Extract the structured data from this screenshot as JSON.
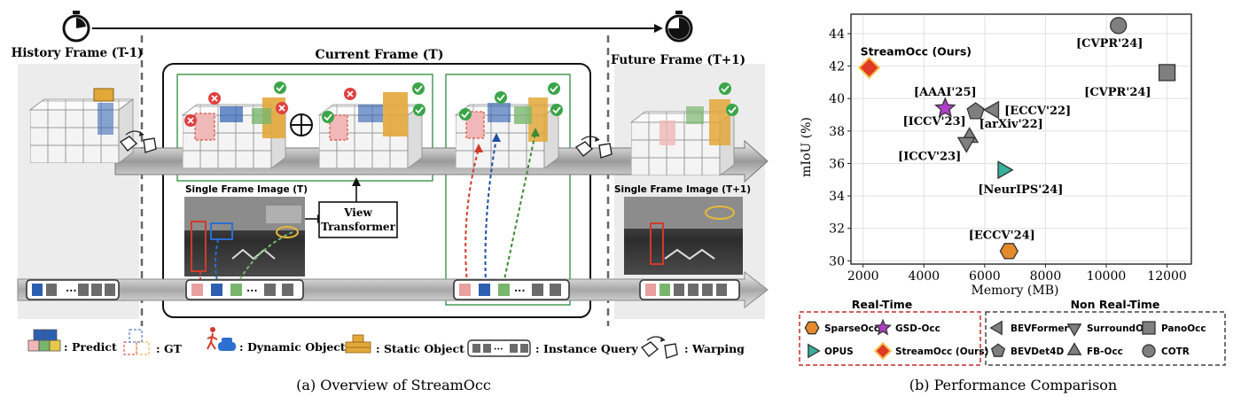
{
  "overview": {
    "history_title": "History Frame (T-1)",
    "current_title": "Current Frame (T)",
    "future_title": "Future Frame (T+1)",
    "single_frame_t": "Single Frame Image (T)",
    "single_frame_t1": "Single Frame Image (T+1)",
    "view_transformer_line1": "View",
    "view_transformer_line2": "Transformer",
    "caption": "(a) Overview of StreamOcc"
  },
  "legend": {
    "predict": ": Predict",
    "gt": ": GT",
    "dynamic": ": Dynamic Object",
    "static": ": Static Object",
    "query": ": Instance Query",
    "warping": ": Warping"
  },
  "colors": {
    "green_frame": "#2e8b3d",
    "red_dash": "#d23a2a",
    "blue_dash": "#1f4fa0",
    "green_dash": "#3f8a33",
    "query_blue": "#2c5fb0",
    "query_red": "#e8a0a0",
    "query_green": "#79b66d",
    "query_gray": "#6b6b6b",
    "static_yellow": "#e3a83a",
    "streamocc": "#e03a24",
    "gsd": "#b13ec8",
    "opus": "#36b09b",
    "sparse": "#e58a2a",
    "gray_marker": "#7f7f7f"
  },
  "chart_data": {
    "type": "scatter",
    "xlabel": "Memory (MB)",
    "ylabel": "mIoU (%)",
    "xlim": [
      1600,
      12800
    ],
    "ylim": [
      29.8,
      45.2
    ],
    "xticks": [
      2000,
      4000,
      6000,
      8000,
      10000,
      12000
    ],
    "yticks": [
      30,
      32,
      34,
      36,
      38,
      40,
      42,
      44
    ],
    "grid": true,
    "points": [
      {
        "label": "StreamOcc (Ours)",
        "x": 2200,
        "y": 41.9,
        "marker": "diamond",
        "color": "#e03a24"
      },
      {
        "label": "[CVPR'24]",
        "x": 10400,
        "y": 44.5,
        "marker": "circle",
        "color": "#7f7f7f"
      },
      {
        "label": "[CVPR'24]",
        "x": 12000,
        "y": 41.6,
        "marker": "square",
        "color": "#7f7f7f"
      },
      {
        "label": "[AAAI'25]",
        "x": 4700,
        "y": 39.4,
        "marker": "star",
        "color": "#b13ec8"
      },
      {
        "label": "[ECCV'22]",
        "x": 6300,
        "y": 39.3,
        "marker": "triangle-left",
        "color": "#7f7f7f"
      },
      {
        "label": "[arXiv'22]",
        "x": 5700,
        "y": 39.2,
        "marker": "pentagon",
        "color": "#7f7f7f"
      },
      {
        "label": "[ICCV'23]",
        "x": 5500,
        "y": 37.6,
        "marker": "triangle-up",
        "color": "#7f7f7f"
      },
      {
        "label": "[ICCV'23]",
        "x": 5400,
        "y": 37.3,
        "marker": "triangle-down",
        "color": "#7f7f7f"
      },
      {
        "label": "[NeurIPS'24]",
        "x": 6600,
        "y": 35.6,
        "marker": "triangle-right",
        "color": "#36b09b"
      },
      {
        "label": "[ECCV'24]",
        "x": 6800,
        "y": 30.6,
        "marker": "hexagon",
        "color": "#e58a2a"
      }
    ],
    "legend": {
      "realtime_title": "Real-Time",
      "nonrealtime_title": "Non Real-Time",
      "realtime": [
        {
          "name": "SparseOcc",
          "marker": "hexagon",
          "color": "#e58a2a"
        },
        {
          "name": "GSD-Occ",
          "marker": "star",
          "color": "#b13ec8"
        },
        {
          "name": "OPUS",
          "marker": "triangle-right",
          "color": "#36b09b"
        },
        {
          "name": "StreamOcc (Ours)",
          "marker": "diamond",
          "color": "#e03a24"
        }
      ],
      "nonrealtime": [
        {
          "name": "BEVFormer",
          "marker": "triangle-left",
          "color": "#7f7f7f"
        },
        {
          "name": "SurroundOcc",
          "marker": "triangle-down",
          "color": "#7f7f7f"
        },
        {
          "name": "PanoOcc",
          "marker": "square",
          "color": "#7f7f7f"
        },
        {
          "name": "BEVDet4D",
          "marker": "pentagon",
          "color": "#7f7f7f"
        },
        {
          "name": "FB-Occ",
          "marker": "triangle-up",
          "color": "#7f7f7f"
        },
        {
          "name": "COTR",
          "marker": "circle",
          "color": "#7f7f7f"
        }
      ]
    },
    "caption": "(b) Performance Comparison"
  }
}
